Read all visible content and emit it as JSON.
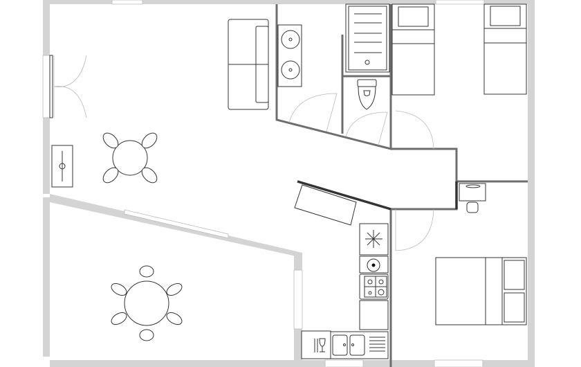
{
  "plan": {
    "colors": {
      "outer_wall": "#d4d4d4",
      "inner_wall": "#6e6e6e",
      "furniture": "#333333",
      "background": "#ffffff"
    },
    "rooms": [
      "living-dining",
      "dining",
      "bathroom",
      "wc",
      "bedroom-twin",
      "hallway",
      "kitchen",
      "bedroom-double"
    ],
    "icons": [
      "sofa",
      "double-sink",
      "shower",
      "toilet",
      "single-bed",
      "table-4-chairs",
      "table-6-chairs",
      "fridge-snowflake",
      "oven",
      "gas-hob",
      "dishwasher-glass",
      "double-sink-drainer",
      "double-bed",
      "desk-chair",
      "tv-unit",
      "radiator"
    ]
  }
}
